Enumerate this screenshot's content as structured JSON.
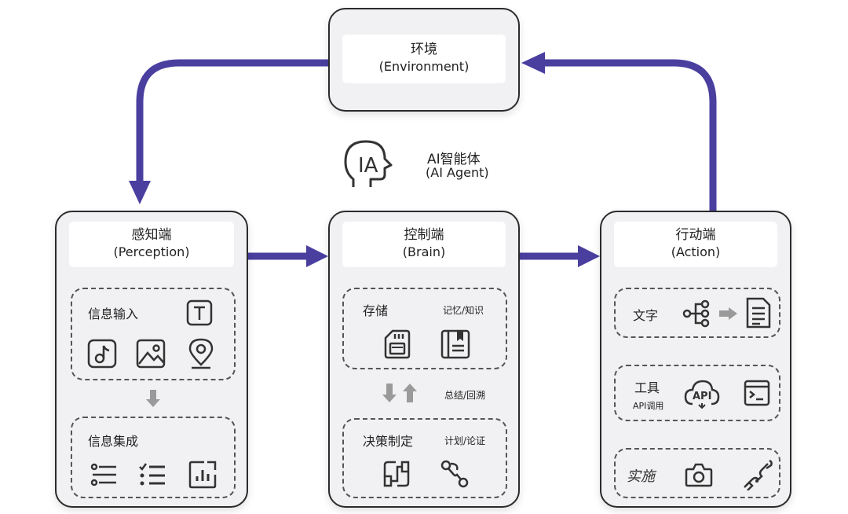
{
  "environment": {
    "title": "环境",
    "subtitle": "(Environment)"
  },
  "agent": {
    "title": "AI智能体",
    "subtitle": "(AI Agent)",
    "logo_text": "IA"
  },
  "perception": {
    "title": "感知端",
    "subtitle": "(Perception)",
    "input_label": "信息输入",
    "integration_label": "信息集成"
  },
  "brain": {
    "title": "控制端",
    "subtitle": "(Brain)",
    "storage_label": "存储",
    "storage_note": "记忆/知识",
    "flow_note": "总结/回溯",
    "decision_label": "决策制定",
    "decision_note": "计划/论证"
  },
  "action": {
    "title": "行动端",
    "subtitle": "(Action)",
    "text_label": "文字",
    "tool_label": "工具",
    "tool_note": "API调用",
    "api_icon_text": "API",
    "implement_label": "实施"
  },
  "colors": {
    "arrow": "#4a3f9f",
    "card_border": "#2b2b2b",
    "card_bg": "#f1f1f3",
    "icon": "#333333",
    "gray_arrow": "#9a9a9a"
  }
}
